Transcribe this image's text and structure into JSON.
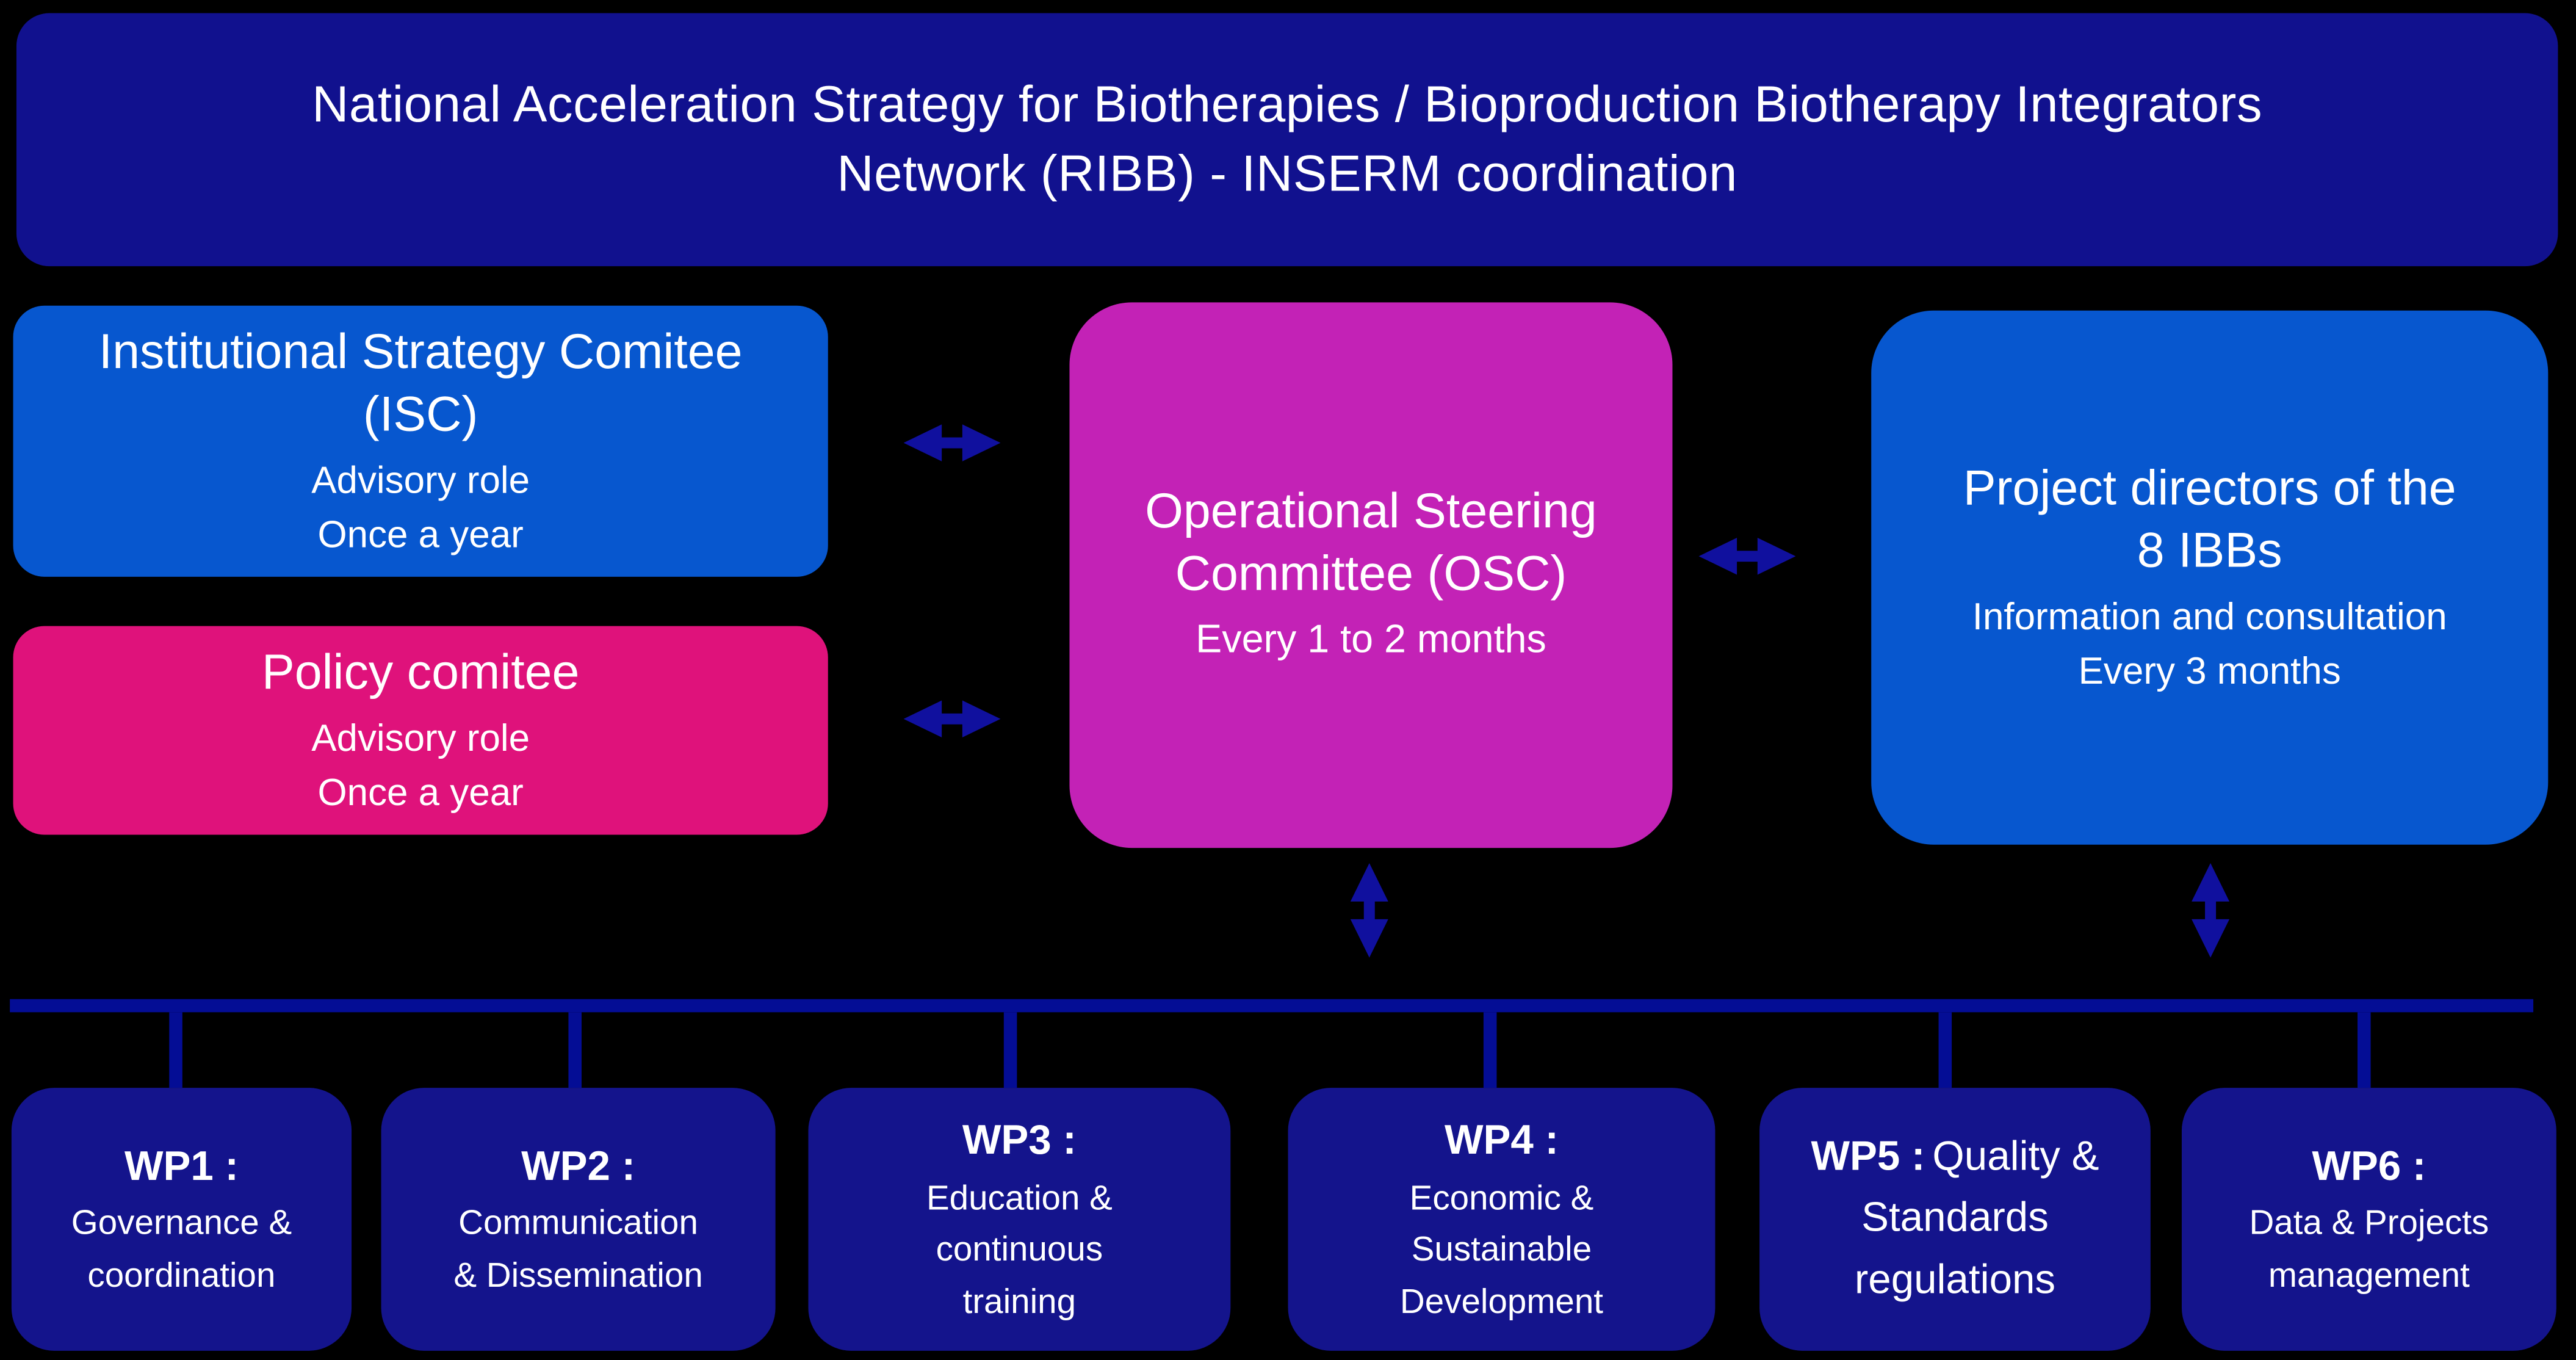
{
  "page": {
    "background": "#000000"
  },
  "header": {
    "title": "National Acceleration Strategy for Biotherapies / Bioproduction Biotherapy Integrators\nNetwork (RIBB) - INSERM coordination",
    "bg": "#11118E"
  },
  "committees": {
    "isc": {
      "heading": "Institutional Strategy Comitee\n(ISC)",
      "body": "Advisory role\nOnce a year",
      "bg": "#0757CF"
    },
    "policy": {
      "heading": "Policy comitee",
      "body": "Advisory role\nOnce a year",
      "bg": "#DF127B"
    },
    "osc": {
      "heading": "Operational Steering\nCommittee (OSC)",
      "body": "Every 1 to 2 months",
      "bg": "#C322B6"
    },
    "directors": {
      "heading": "Project directors of the\n8 IBBs",
      "body": "Information and consultation\nEvery 3 months",
      "bg": "#0757CF"
    }
  },
  "work_packages": {
    "bg": "#14148C",
    "items": [
      {
        "label": "WP1 :",
        "text": "Governance &\ncoordination"
      },
      {
        "label": "WP2 :",
        "text": "Communication\n& Dissemination"
      },
      {
        "label": "WP3 :",
        "text": "Education &\ncontinuous\ntraining"
      },
      {
        "label": "WP4 :",
        "text": "Economic &\nSustainable\nDevelopment"
      },
      {
        "label": "WP5 :",
        "text": "Quality &\nStandards\nregulations"
      },
      {
        "label": "WP6 :",
        "text": "Data & Projects\nmanagement"
      }
    ]
  },
  "connectors": {
    "arrow_color": "#10109E",
    "line_color": "#040D95",
    "icons": {
      "horizontal": "double-headed-arrow-horizontal",
      "vertical": "double-headed-arrow-vertical"
    }
  }
}
